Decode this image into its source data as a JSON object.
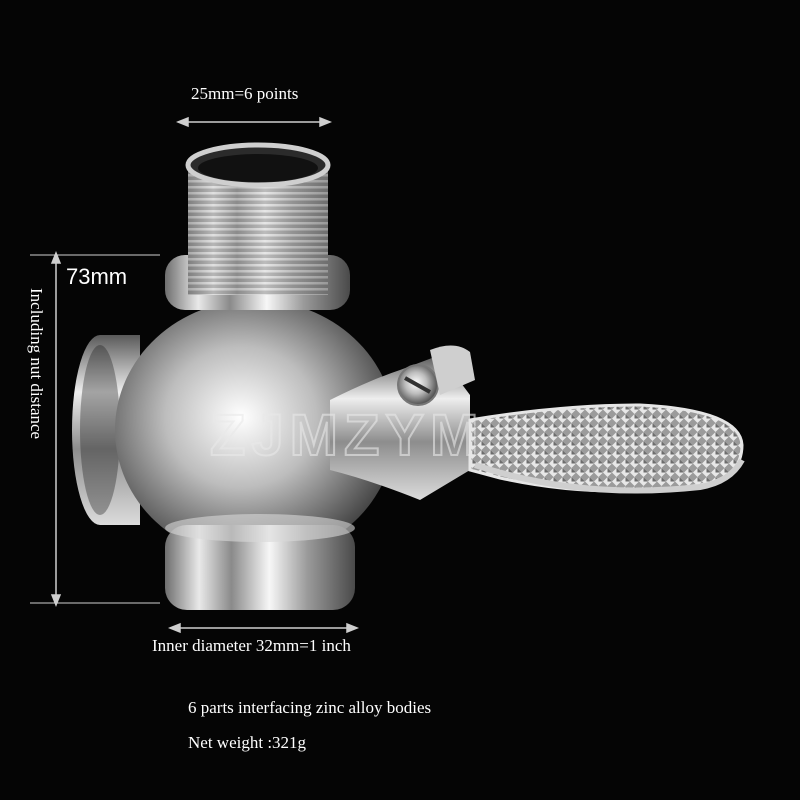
{
  "dimensions": {
    "top_width": "25mm=6 points",
    "height": "73mm",
    "height_note": "Including nut distance",
    "inner_diameter": "Inner diameter 32mm=1 inch"
  },
  "specs": {
    "line1": "6 parts interfacing zinc alloy bodies",
    "line2": "Net weight :321g"
  },
  "watermark": "ZJMZYM",
  "colors": {
    "background": "#050505",
    "metal_light": "#f2f2f2",
    "metal_dark": "#3a3a3a"
  }
}
